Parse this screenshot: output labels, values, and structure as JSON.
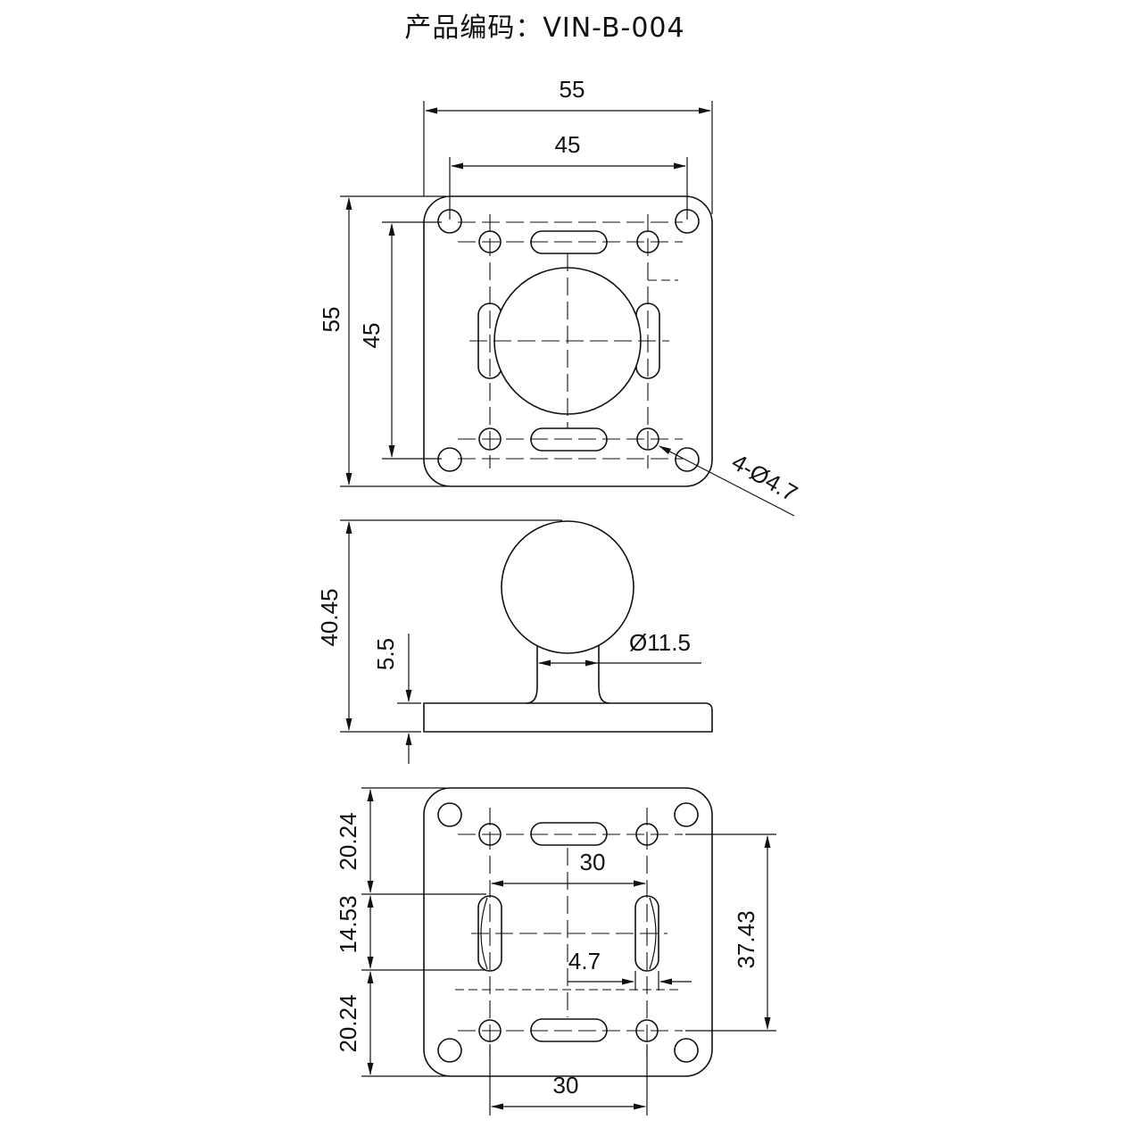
{
  "title": "产品编码：VIN-B-004",
  "top_view": {
    "width_outer": "55",
    "width_holes": "45",
    "height_outer": "55",
    "height_holes": "45",
    "hole_callout": "4-Ø4.7"
  },
  "side_view": {
    "total_height": "40.45",
    "base_thickness": "5.5",
    "neck_diameter": "Ø11.5"
  },
  "bottom_view": {
    "upper_offset": "20.24",
    "slot_span": "14.53",
    "lower_offset": "20.24",
    "slot_spacing": "30",
    "slot_width": "4.7",
    "hole_vertical": "37.43",
    "hole_spacing": "30"
  }
}
